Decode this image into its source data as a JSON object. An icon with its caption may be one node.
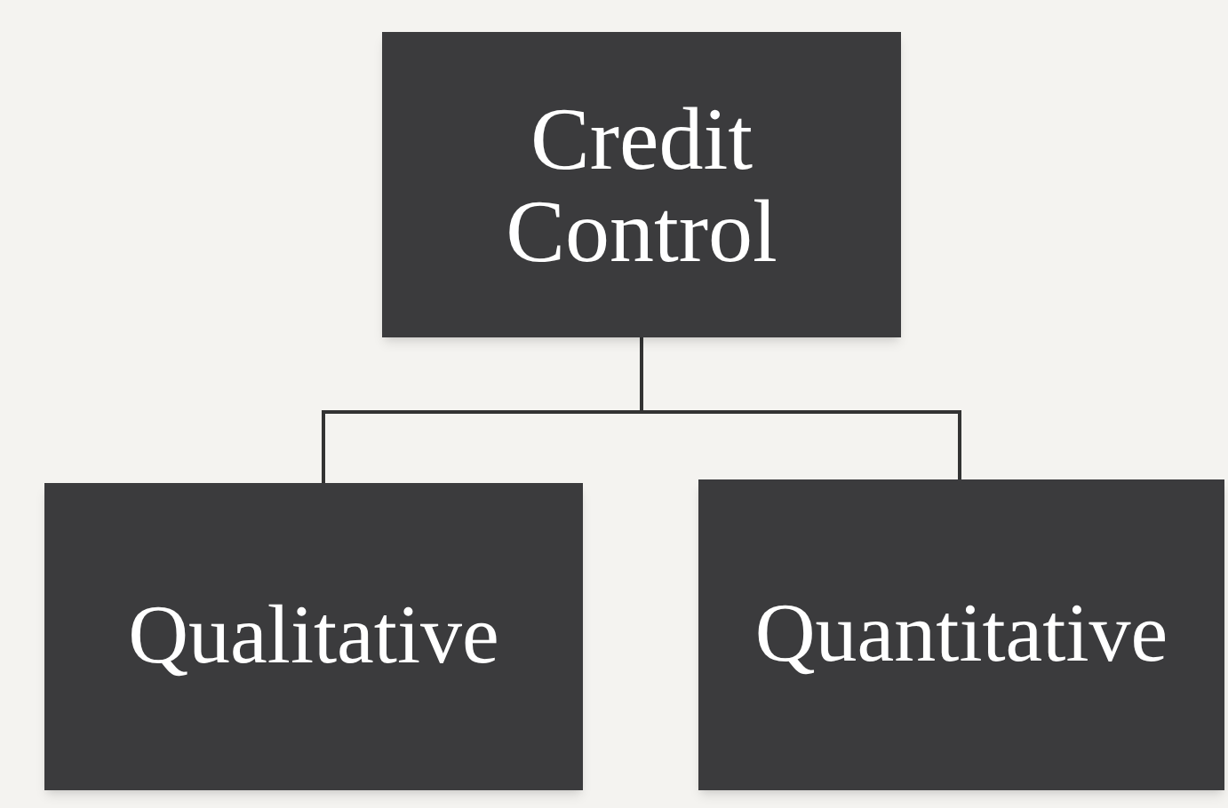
{
  "diagram": {
    "nodes": [
      {
        "text": [
          "Credit Control"
        ]
      },
      {
        "text": [
          "Qualitative"
        ]
      },
      {
        "text": [
          "Quantitative"
        ]
      }
    ],
    "edges": [
      {
        "from": 0,
        "to": 1,
        "arrow": "none"
      },
      {
        "from": 0,
        "to": 2,
        "arrow": "none"
      }
    ]
  }
}
